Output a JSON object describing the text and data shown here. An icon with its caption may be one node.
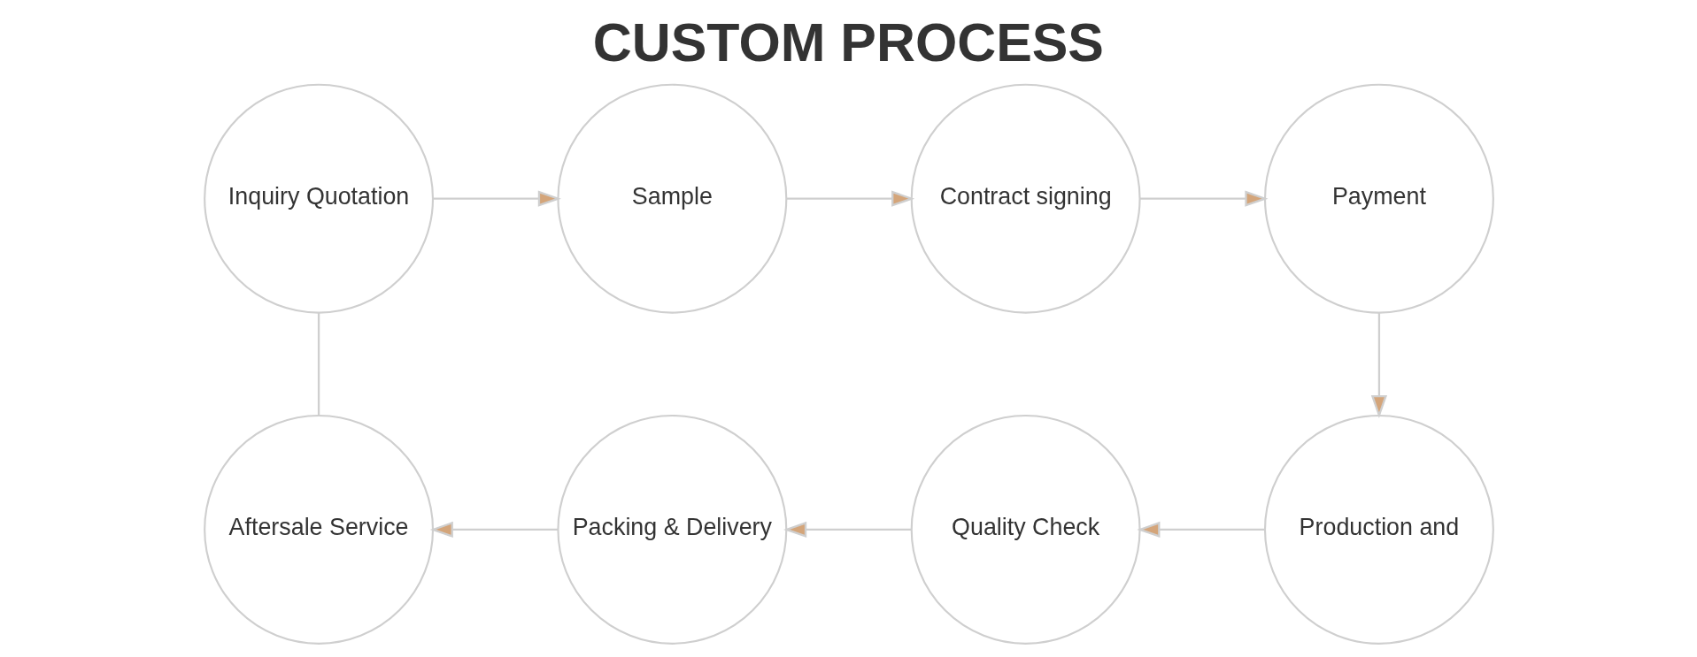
{
  "diagram": {
    "title": "CUSTOM PROCESS",
    "nodes": [
      {
        "text": [
          "Inquiry Quotation"
        ]
      },
      {
        "text": [
          "Sample"
        ]
      },
      {
        "text": [
          "Contract signing"
        ]
      },
      {
        "text": [
          "Payment"
        ]
      },
      {
        "text": [
          "Production and"
        ]
      },
      {
        "text": [
          "Quality Check"
        ]
      },
      {
        "text": [
          "Packing & Delivery"
        ]
      },
      {
        "text": [
          "Aftersale Service"
        ]
      }
    ],
    "edges": [
      {
        "from": 0,
        "to": 1,
        "arrow": "to"
      },
      {
        "from": 1,
        "to": 2,
        "arrow": "to"
      },
      {
        "from": 2,
        "to": 3,
        "arrow": "to"
      },
      {
        "from": 3,
        "to": 4,
        "arrow": "to"
      },
      {
        "from": 4,
        "to": 5,
        "arrow": "to"
      },
      {
        "from": 5,
        "to": 6,
        "arrow": "to"
      },
      {
        "from": 6,
        "to": 7,
        "arrow": "to"
      },
      {
        "from": 0,
        "to": 7,
        "arrow": "none"
      }
    ]
  }
}
